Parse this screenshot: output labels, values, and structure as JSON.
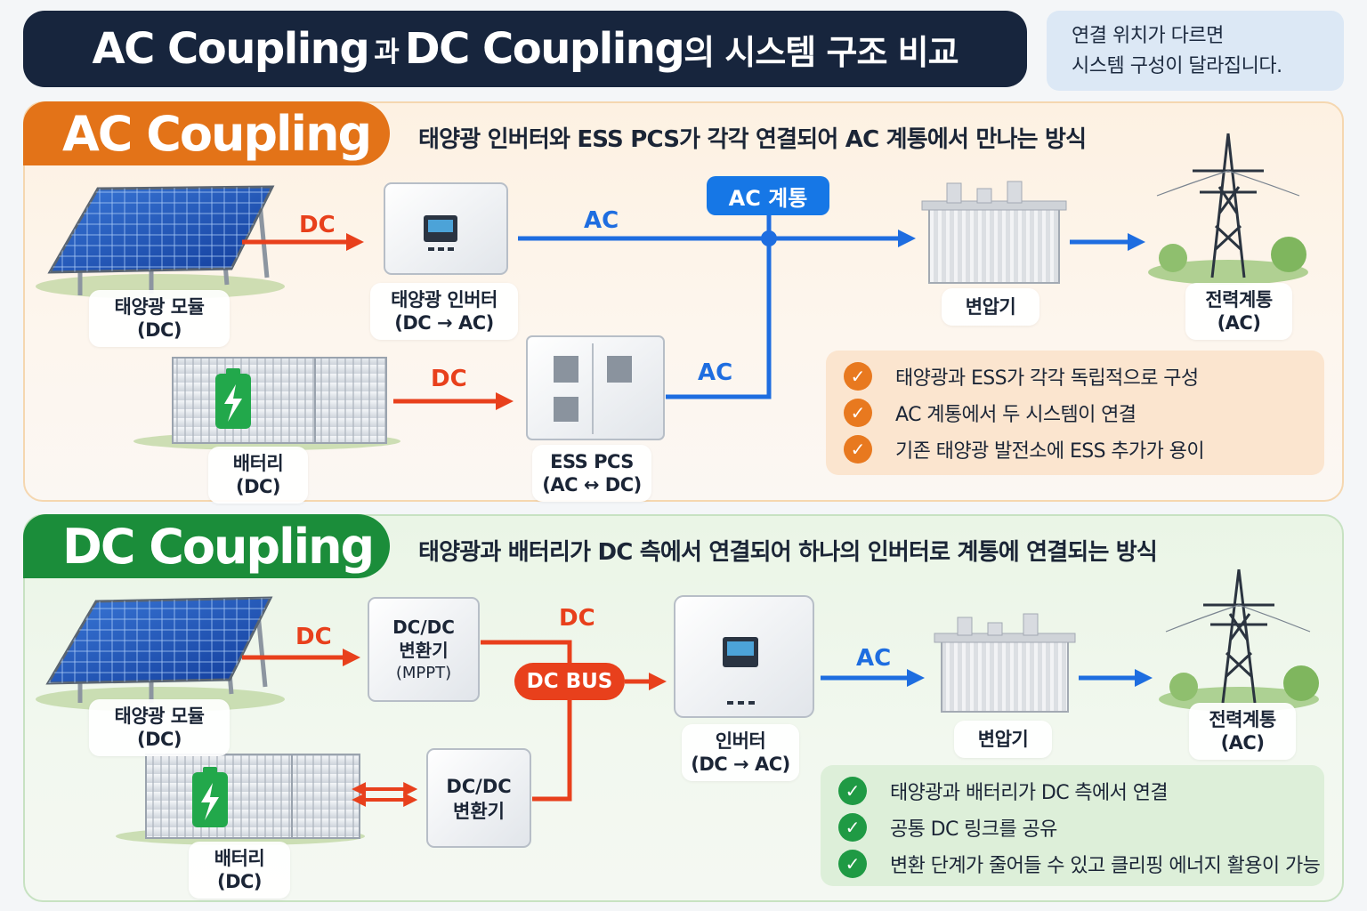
{
  "header": {
    "title_ac": "AC Coupling",
    "title_join1": "과",
    "title_dc": "DC Coupling",
    "title_join2": "의 시스템 구조 비교",
    "note_line1": "연결 위치가 다르면",
    "note_line2": "시스템 구성이 달라집니다."
  },
  "ac": {
    "tag": "AC Coupling",
    "description": "태양광 인버터와 ESS PCS가 각각 연결되어 AC 계통에서 만나는 방식",
    "solar_label1": "태양광 모듈",
    "solar_label2": "(DC)",
    "inverter_label1": "태양광 인버터",
    "inverter_label2": "(DC → AC)",
    "battery_label1": "배터리",
    "battery_label2": "(DC)",
    "pcs_label1": "ESS PCS",
    "pcs_label2": "(AC ↔ DC)",
    "transformer_label": "변압기",
    "grid_label1": "전력계통",
    "grid_label2": "(AC)",
    "ac_grid_pill": "AC 계통",
    "flow_dc_top": "DC",
    "flow_ac_top": "AC",
    "flow_dc_bottom": "DC",
    "flow_ac_bottom": "AC",
    "checks": [
      "태양광과 ESS가 각각 독립적으로 구성",
      "AC 계통에서 두 시스템이 연결",
      "기존 태양광 발전소에 ESS 추가가 용이"
    ]
  },
  "dc": {
    "tag": "DC Coupling",
    "description": "태양광과 배터리가 DC 측에서 연결되어 하나의 인버터로 계통에 연결되는 방식",
    "solar_label1": "태양광 모듈",
    "solar_label2": "(DC)",
    "mppt_line1": "DC/DC",
    "mppt_line2": "변환기",
    "mppt_line3": "(MPPT)",
    "conv_line1": "DC/DC",
    "conv_line2": "변환기",
    "battery_label1": "배터리",
    "battery_label2": "(DC)",
    "inverter_label1": "인버터",
    "inverter_label2": "(DC → AC)",
    "transformer_label": "변압기",
    "grid_label1": "전력계통",
    "grid_label2": "(AC)",
    "dc_bus_pill": "DC BUS",
    "flow_dc_left": "DC",
    "flow_dc_top": "DC",
    "flow_ac": "AC",
    "checks": [
      "태양광과 배터리가 DC 측에서 연결",
      "공통 DC 링크를 공유",
      "변환 단계가 줄어들 수 있고 클리핑 에너지 활용이 가능"
    ]
  },
  "colors": {
    "navy": "#17253d",
    "orange": "#e37318",
    "green": "#1b8d3a",
    "red_flow": "#e8401c",
    "blue_flow": "#1e6de0"
  },
  "icons": [
    "solar-panel-icon",
    "inverter-icon",
    "battery-container-icon",
    "pcs-cabinet-icon",
    "transformer-icon",
    "transmission-tower-icon",
    "check-icon",
    "bolt-icon"
  ]
}
